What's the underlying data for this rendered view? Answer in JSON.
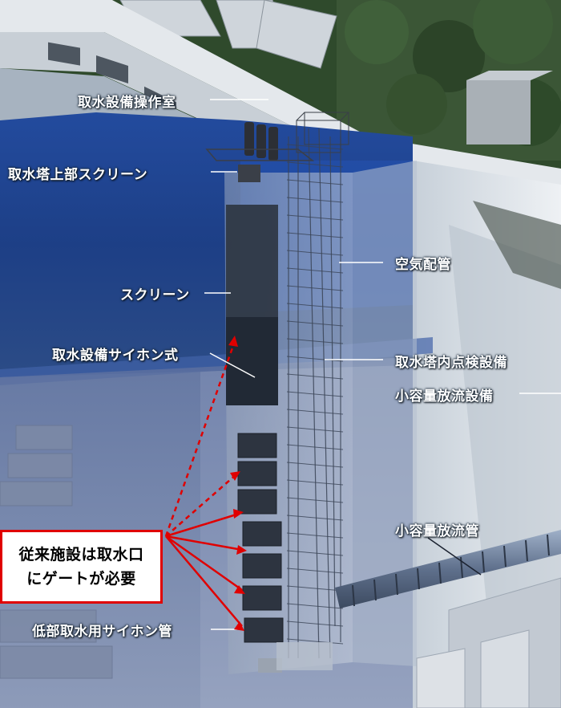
{
  "labels": {
    "control_room": "取水設備操作室",
    "upper_screen": "取水塔上部スクリーン",
    "screen": "スクリーン",
    "siphon_type": "取水設備サイホン式",
    "air_pipe": "空気配管",
    "inspection": "取水塔内点検設備",
    "small_discharge_facility": "小容量放流設備",
    "small_discharge_pipe": "小容量放流管",
    "low_intake_siphon": "低部取水用サイホン管"
  },
  "callout": {
    "line1": "従来施設は取水口",
    "line2": "にゲートが必要",
    "border_color": "#e00000"
  },
  "colors": {
    "reservoir_water": "#1e3f8a",
    "dam_concrete": "#d6dde4",
    "annotation_red": "#e00000",
    "forest": "#2f4a2c"
  }
}
